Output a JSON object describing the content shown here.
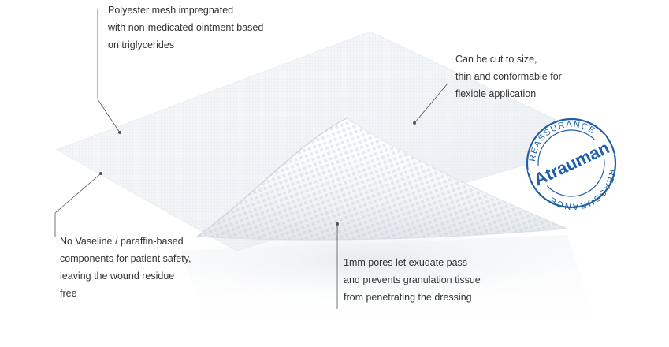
{
  "callouts": {
    "mesh": [
      "Polyester mesh impregnated",
      "with non-medicated ointment based",
      "on triglycerides"
    ],
    "size": [
      "Can be cut to size,",
      "thin and conformable for",
      "flexible application"
    ],
    "vaseline": [
      "No Vaseline / paraffin-based",
      "components for patient safety,",
      "leaving the wound residue",
      "free"
    ],
    "pores": [
      "1mm pores let exudate pass",
      "and prevents granulation tissue",
      "from penetrating the dressing"
    ]
  },
  "badge": {
    "brand": "Atrauman",
    "ring_text": "REASSURANCE",
    "color": "#1f5ea8"
  },
  "colors": {
    "text": "#333333",
    "leader_line": "#555555",
    "background": "#ffffff"
  }
}
